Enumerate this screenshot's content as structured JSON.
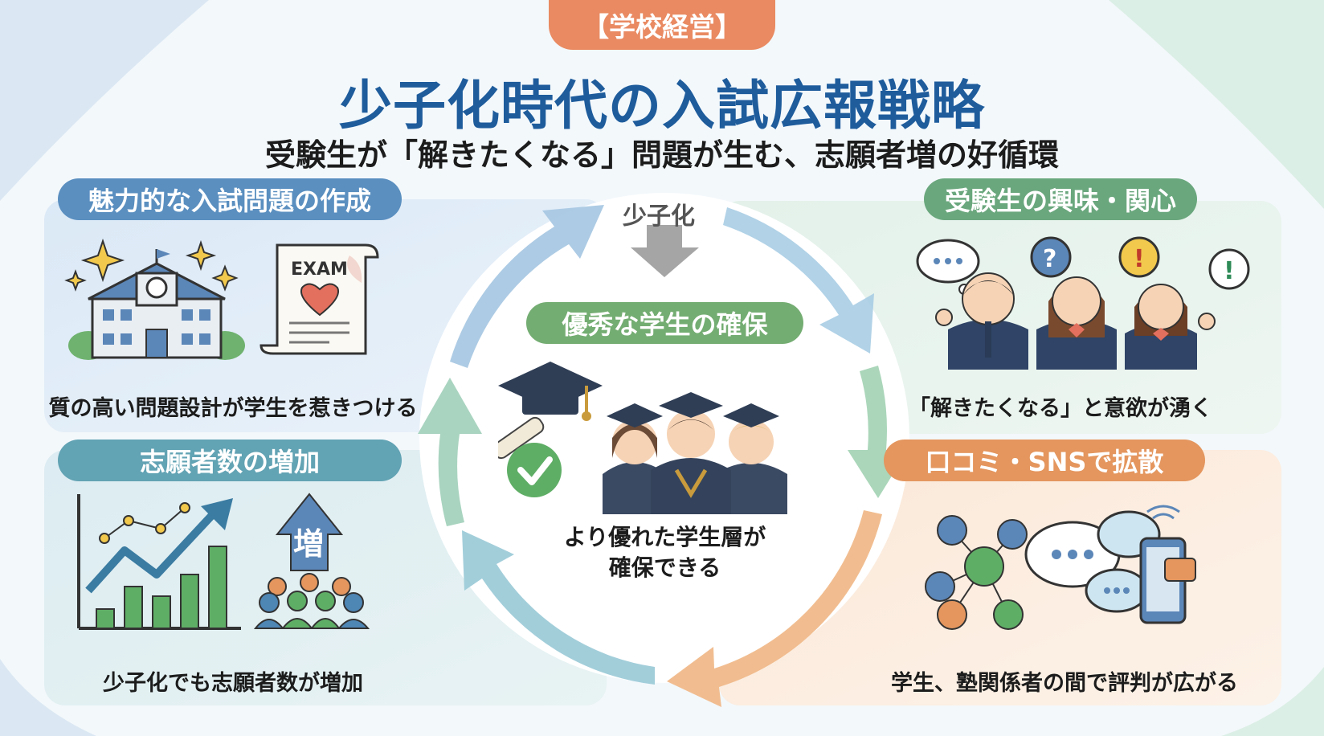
{
  "header": {
    "tag": "【学校経営】",
    "title": "少子化時代の入試広報戦略",
    "subtitle": "受験生が「解きたくなる」問題が生む、志願者増の好循環"
  },
  "center": {
    "top_label": "少子化",
    "title": "優秀な学生の確保",
    "caption_line1": "より優れた学生層が",
    "caption_line2": "確保できる"
  },
  "panels": {
    "top_left": {
      "title": "魅力的な入試問題の作成",
      "caption": "質の高い問題設計が学生を惹きつける",
      "exam_label": "EXAM"
    },
    "top_right": {
      "title": "受験生の興味・関心",
      "caption": "「解きたくなる」と意欲が湧く"
    },
    "bottom_left": {
      "title": "志願者数の増加",
      "caption": "少子化でも志願者数が増加",
      "arrow_label": "増"
    },
    "bottom_right": {
      "title": "口コミ・SNSで拡散",
      "caption": "学生、塾関係者の間で評判が広がる"
    }
  },
  "colors": {
    "tag": "#e98a62",
    "title": "#1e5c9c",
    "blue_pill": "#5a8fc0",
    "green_pill": "#6aa77d",
    "teal_pill": "#62a3b4",
    "orange_pill": "#e4965e",
    "center_pill": "#74ad72"
  }
}
